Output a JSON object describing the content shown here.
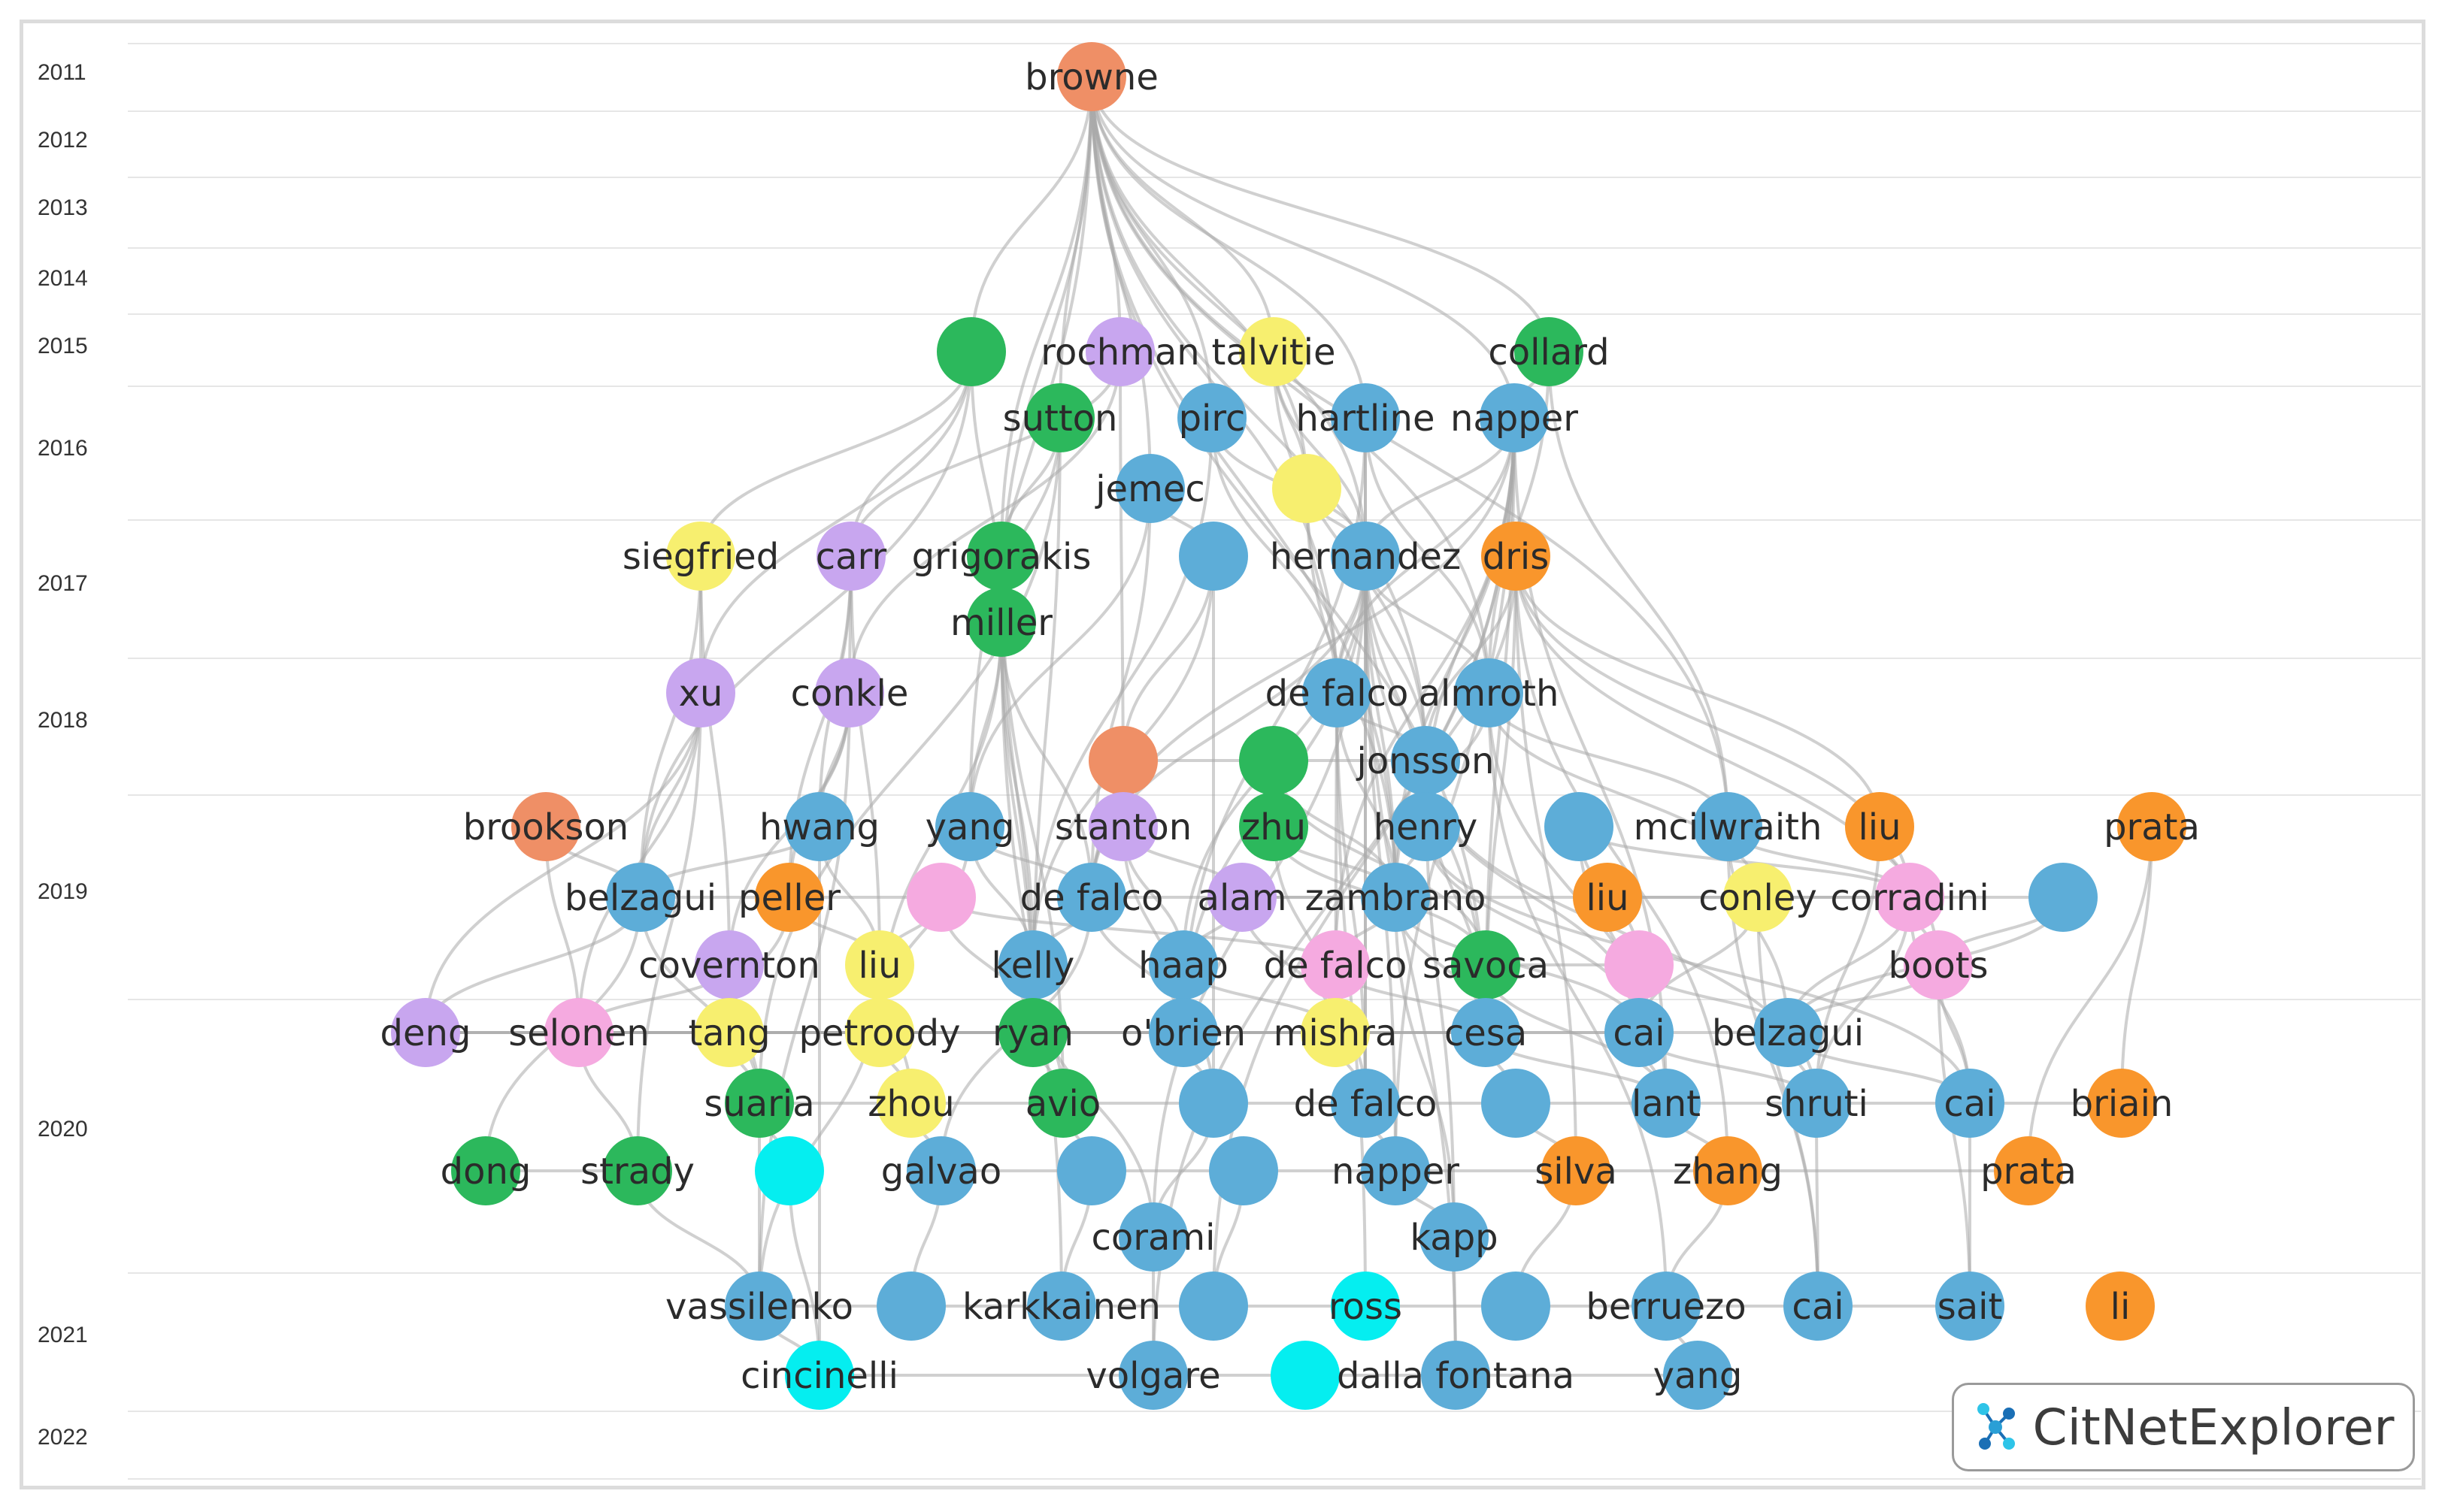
{
  "years": [
    "2011",
    "2012",
    "2013",
    "2014",
    "2015",
    "2016",
    "2017",
    "2018",
    "2019",
    "2020",
    "2021",
    "2022"
  ],
  "brand": {
    "name": "CitNetExplorer",
    "icon": "network-logo-icon"
  },
  "colors": {
    "blue": "#5dadd8",
    "green": "#2cb85c",
    "purple": "#c8a6ef",
    "yellow": "#f7ef6f",
    "orange": "#f9962c",
    "salmon": "#ef8f66",
    "pink": "#f5aae0",
    "cyan": "#05eef0",
    "edge": "#a9a9a9"
  },
  "nodes": [
    {
      "id": "n1",
      "label": "browne",
      "color": "salmon"
    },
    {
      "id": "n2",
      "label": "",
      "color": "green"
    },
    {
      "id": "n3",
      "label": "rochman",
      "color": "purple"
    },
    {
      "id": "n4",
      "label": "talvitie",
      "color": "yellow"
    },
    {
      "id": "n5",
      "label": "collard",
      "color": "green"
    },
    {
      "id": "n6",
      "label": "sutton",
      "color": "green"
    },
    {
      "id": "n7",
      "label": "pirc",
      "color": "blue"
    },
    {
      "id": "n8",
      "label": "hartline",
      "color": "blue"
    },
    {
      "id": "n9",
      "label": "napper",
      "color": "blue"
    },
    {
      "id": "n10",
      "label": "jemec",
      "color": "blue"
    },
    {
      "id": "n11",
      "label": "",
      "color": "yellow"
    },
    {
      "id": "n12",
      "label": "siegfried",
      "color": "yellow"
    },
    {
      "id": "n13",
      "label": "carr",
      "color": "purple"
    },
    {
      "id": "n14",
      "label": "grigorakis",
      "color": "green"
    },
    {
      "id": "n15",
      "label": "",
      "color": "blue"
    },
    {
      "id": "n16",
      "label": "hernandez",
      "color": "blue"
    },
    {
      "id": "n17",
      "label": "dris",
      "color": "orange"
    },
    {
      "id": "n18",
      "label": "miller",
      "color": "green"
    },
    {
      "id": "n19",
      "label": "xu",
      "color": "purple"
    },
    {
      "id": "n20",
      "label": "conkle",
      "color": "purple"
    },
    {
      "id": "n21",
      "label": "de falco",
      "color": "blue"
    },
    {
      "id": "n22",
      "label": "almroth",
      "color": "blue"
    },
    {
      "id": "n23",
      "label": "",
      "color": "salmon"
    },
    {
      "id": "n24",
      "label": "",
      "color": "green"
    },
    {
      "id": "n25",
      "label": "jonsson",
      "color": "blue"
    },
    {
      "id": "n26",
      "label": "brookson",
      "color": "salmon"
    },
    {
      "id": "n27",
      "label": "hwang",
      "color": "blue"
    },
    {
      "id": "n28",
      "label": "yang",
      "color": "blue"
    },
    {
      "id": "n29",
      "label": "stanton",
      "color": "purple"
    },
    {
      "id": "n30",
      "label": "zhu",
      "color": "green"
    },
    {
      "id": "n31",
      "label": "henry",
      "color": "blue"
    },
    {
      "id": "n32",
      "label": "",
      "color": "blue"
    },
    {
      "id": "n33",
      "label": "mcilwraith",
      "color": "blue"
    },
    {
      "id": "n34",
      "label": "liu",
      "color": "orange"
    },
    {
      "id": "n35",
      "label": "prata",
      "color": "orange"
    },
    {
      "id": "n36",
      "label": "belzagui",
      "color": "blue"
    },
    {
      "id": "n37",
      "label": "peller",
      "color": "orange"
    },
    {
      "id": "n38",
      "label": "",
      "color": "pink"
    },
    {
      "id": "n39",
      "label": "de falco",
      "color": "blue"
    },
    {
      "id": "n40",
      "label": "alam",
      "color": "purple"
    },
    {
      "id": "n41",
      "label": "zambrano",
      "color": "blue"
    },
    {
      "id": "n42",
      "label": "liu",
      "color": "orange"
    },
    {
      "id": "n43",
      "label": "conley",
      "color": "yellow"
    },
    {
      "id": "n44",
      "label": "corradini",
      "color": "pink"
    },
    {
      "id": "n45",
      "label": "",
      "color": "blue"
    },
    {
      "id": "n46",
      "label": "covernton",
      "color": "purple"
    },
    {
      "id": "n47",
      "label": "liu",
      "color": "yellow"
    },
    {
      "id": "n48",
      "label": "kelly",
      "color": "blue"
    },
    {
      "id": "n49",
      "label": "haap",
      "color": "blue"
    },
    {
      "id": "n50",
      "label": "de falco",
      "color": "pink"
    },
    {
      "id": "n51",
      "label": "savoca",
      "color": "green"
    },
    {
      "id": "n52",
      "label": "",
      "color": "pink"
    },
    {
      "id": "n53",
      "label": "boots",
      "color": "pink"
    },
    {
      "id": "n54",
      "label": "deng",
      "color": "purple"
    },
    {
      "id": "n55",
      "label": "selonen",
      "color": "pink"
    },
    {
      "id": "n56",
      "label": "tang",
      "color": "yellow"
    },
    {
      "id": "n57",
      "label": "petroody",
      "color": "yellow"
    },
    {
      "id": "n58",
      "label": "ryan",
      "color": "green"
    },
    {
      "id": "n59",
      "label": "o'brien",
      "color": "blue"
    },
    {
      "id": "n60",
      "label": "mishra",
      "color": "yellow"
    },
    {
      "id": "n61",
      "label": "cesa",
      "color": "blue"
    },
    {
      "id": "n62",
      "label": "cai",
      "color": "blue"
    },
    {
      "id": "n63",
      "label": "belzagui",
      "color": "blue"
    },
    {
      "id": "n64",
      "label": "suaria",
      "color": "green"
    },
    {
      "id": "n65",
      "label": "zhou",
      "color": "yellow"
    },
    {
      "id": "n66",
      "label": "avio",
      "color": "green"
    },
    {
      "id": "n67",
      "label": "",
      "color": "blue"
    },
    {
      "id": "n68",
      "label": "de falco",
      "color": "blue"
    },
    {
      "id": "n69",
      "label": "",
      "color": "blue"
    },
    {
      "id": "n70",
      "label": "lant",
      "color": "blue"
    },
    {
      "id": "n71",
      "label": "shruti",
      "color": "blue"
    },
    {
      "id": "n72",
      "label": "cai",
      "color": "blue"
    },
    {
      "id": "n73",
      "label": "briain",
      "color": "orange"
    },
    {
      "id": "n74",
      "label": "dong",
      "color": "green"
    },
    {
      "id": "n75",
      "label": "strady",
      "color": "green"
    },
    {
      "id": "n76",
      "label": "",
      "color": "cyan"
    },
    {
      "id": "n77",
      "label": "galvao",
      "color": "blue"
    },
    {
      "id": "n78",
      "label": "",
      "color": "blue"
    },
    {
      "id": "n79",
      "label": "",
      "color": "blue"
    },
    {
      "id": "n80",
      "label": "napper",
      "color": "blue"
    },
    {
      "id": "n81",
      "label": "silva",
      "color": "orange"
    },
    {
      "id": "n82",
      "label": "zhang",
      "color": "orange"
    },
    {
      "id": "n83",
      "label": "prata",
      "color": "orange"
    },
    {
      "id": "n84",
      "label": "corami",
      "color": "blue"
    },
    {
      "id": "n85",
      "label": "kapp",
      "color": "blue"
    },
    {
      "id": "n86",
      "label": "vassilenko",
      "color": "blue"
    },
    {
      "id": "n87",
      "label": "",
      "color": "blue"
    },
    {
      "id": "n88",
      "label": "karkkainen",
      "color": "blue"
    },
    {
      "id": "n89",
      "label": "",
      "color": "blue"
    },
    {
      "id": "n90",
      "label": "ross",
      "color": "cyan"
    },
    {
      "id": "n91",
      "label": "",
      "color": "blue"
    },
    {
      "id": "n92",
      "label": "berruezo",
      "color": "blue"
    },
    {
      "id": "n93",
      "label": "cai",
      "color": "blue"
    },
    {
      "id": "n94",
      "label": "sait",
      "color": "blue"
    },
    {
      "id": "n95",
      "label": "li",
      "color": "orange"
    },
    {
      "id": "n96",
      "label": "cincinelli",
      "color": "cyan"
    },
    {
      "id": "n97",
      "label": "volgare",
      "color": "blue"
    },
    {
      "id": "n98",
      "label": "",
      "color": "cyan"
    },
    {
      "id": "n99",
      "label": "dalla fontana",
      "color": "blue"
    },
    {
      "id": "n100",
      "label": "yang",
      "color": "blue"
    }
  ],
  "edges": [
    [
      "n1",
      "n2"
    ],
    [
      "n1",
      "n3"
    ],
    [
      "n1",
      "n4"
    ],
    [
      "n1",
      "n5"
    ],
    [
      "n1",
      "n6"
    ],
    [
      "n1",
      "n7"
    ],
    [
      "n1",
      "n8"
    ],
    [
      "n1",
      "n9"
    ],
    [
      "n1",
      "n10"
    ],
    [
      "n1",
      "n11"
    ],
    [
      "n1",
      "n16"
    ],
    [
      "n1",
      "n14"
    ],
    [
      "n1",
      "n18"
    ],
    [
      "n1",
      "n21"
    ],
    [
      "n1",
      "n22"
    ],
    [
      "n1",
      "n25"
    ],
    [
      "n1",
      "n28"
    ],
    [
      "n1",
      "n33"
    ],
    [
      "n1",
      "n41"
    ],
    [
      "n1",
      "n61"
    ],
    [
      "n2",
      "n12"
    ],
    [
      "n2",
      "n13"
    ],
    [
      "n2",
      "n36"
    ],
    [
      "n2",
      "n18"
    ],
    [
      "n2",
      "n19"
    ],
    [
      "n3",
      "n13"
    ],
    [
      "n3",
      "n20"
    ],
    [
      "n3",
      "n29"
    ],
    [
      "n4",
      "n11"
    ],
    [
      "n4",
      "n16"
    ],
    [
      "n4",
      "n25"
    ],
    [
      "n5",
      "n9"
    ],
    [
      "n5",
      "n22"
    ],
    [
      "n5",
      "n33"
    ],
    [
      "n6",
      "n14"
    ],
    [
      "n6",
      "n18"
    ],
    [
      "n6",
      "n58"
    ],
    [
      "n6",
      "n64"
    ],
    [
      "n7",
      "n16"
    ],
    [
      "n7",
      "n21"
    ],
    [
      "n7",
      "n48"
    ],
    [
      "n8",
      "n16"
    ],
    [
      "n8",
      "n22"
    ],
    [
      "n8",
      "n59"
    ],
    [
      "n8",
      "n68"
    ],
    [
      "n9",
      "n16"
    ],
    [
      "n9",
      "n21"
    ],
    [
      "n9",
      "n31"
    ],
    [
      "n9",
      "n39"
    ],
    [
      "n9",
      "n41"
    ],
    [
      "n9",
      "n50"
    ],
    [
      "n9",
      "n61"
    ],
    [
      "n9",
      "n70"
    ],
    [
      "n9",
      "n80"
    ],
    [
      "n9",
      "n89"
    ],
    [
      "n9",
      "n97"
    ],
    [
      "n10",
      "n15"
    ],
    [
      "n10",
      "n28"
    ],
    [
      "n10",
      "n39"
    ],
    [
      "n11",
      "n16"
    ],
    [
      "n11",
      "n21"
    ],
    [
      "n11",
      "n41"
    ],
    [
      "n12",
      "n19"
    ],
    [
      "n12",
      "n36"
    ],
    [
      "n12",
      "n46"
    ],
    [
      "n13",
      "n20"
    ],
    [
      "n13",
      "n27"
    ],
    [
      "n13",
      "n37"
    ],
    [
      "n13",
      "n47"
    ],
    [
      "n14",
      "n18"
    ],
    [
      "n14",
      "n58"
    ],
    [
      "n14",
      "n66"
    ],
    [
      "n15",
      "n23"
    ],
    [
      "n15",
      "n67"
    ],
    [
      "n15",
      "n48"
    ],
    [
      "n16",
      "n21"
    ],
    [
      "n16",
      "n22"
    ],
    [
      "n16",
      "n25"
    ],
    [
      "n16",
      "n31"
    ],
    [
      "n16",
      "n39"
    ],
    [
      "n16",
      "n41"
    ],
    [
      "n16",
      "n49"
    ],
    [
      "n16",
      "n59"
    ],
    [
      "n16",
      "n61"
    ],
    [
      "n16",
      "n68"
    ],
    [
      "n16",
      "n80"
    ],
    [
      "n16",
      "n84"
    ],
    [
      "n16",
      "n99"
    ],
    [
      "n17",
      "n25"
    ],
    [
      "n17",
      "n41"
    ],
    [
      "n17",
      "n61"
    ],
    [
      "n17",
      "n81"
    ],
    [
      "n17",
      "n82"
    ],
    [
      "n17",
      "n34"
    ],
    [
      "n17",
      "n44"
    ],
    [
      "n17",
      "n53"
    ],
    [
      "n18",
      "n28"
    ],
    [
      "n18",
      "n39"
    ],
    [
      "n18",
      "n48"
    ],
    [
      "n18",
      "n57"
    ],
    [
      "n18",
      "n58"
    ],
    [
      "n18",
      "n88"
    ],
    [
      "n19",
      "n36"
    ],
    [
      "n19",
      "n54"
    ],
    [
      "n19",
      "n55"
    ],
    [
      "n19",
      "n75"
    ],
    [
      "n20",
      "n27"
    ],
    [
      "n20",
      "n37"
    ],
    [
      "n20",
      "n46"
    ],
    [
      "n20",
      "n86"
    ],
    [
      "n21",
      "n25"
    ],
    [
      "n21",
      "n41"
    ],
    [
      "n21",
      "n60"
    ],
    [
      "n21",
      "n68"
    ],
    [
      "n21",
      "n90"
    ],
    [
      "n22",
      "n31"
    ],
    [
      "n22",
      "n33"
    ],
    [
      "n22",
      "n43"
    ],
    [
      "n22",
      "n70"
    ],
    [
      "n22",
      "n92"
    ],
    [
      "n23",
      "n24"
    ],
    [
      "n23",
      "n39"
    ],
    [
      "n24",
      "n25"
    ],
    [
      "n24",
      "n41"
    ],
    [
      "n24",
      "n51"
    ],
    [
      "n25",
      "n31"
    ],
    [
      "n25",
      "n61"
    ],
    [
      "n25",
      "n62"
    ],
    [
      "n25",
      "n71"
    ],
    [
      "n25",
      "n85"
    ],
    [
      "n26",
      "n36"
    ],
    [
      "n26",
      "n55"
    ],
    [
      "n27",
      "n36"
    ],
    [
      "n27",
      "n47"
    ],
    [
      "n27",
      "n96"
    ],
    [
      "n28",
      "n39"
    ],
    [
      "n28",
      "n48"
    ],
    [
      "n28",
      "n57"
    ],
    [
      "n29",
      "n40"
    ],
    [
      "n29",
      "n49"
    ],
    [
      "n29",
      "n59"
    ],
    [
      "n30",
      "n41"
    ],
    [
      "n30",
      "n51"
    ],
    [
      "n30",
      "n60"
    ],
    [
      "n31",
      "n41"
    ],
    [
      "n31",
      "n62"
    ],
    [
      "n31",
      "n72"
    ],
    [
      "n32",
      "n44"
    ],
    [
      "n32",
      "n52"
    ],
    [
      "n32",
      "n62"
    ],
    [
      "n33",
      "n44"
    ],
    [
      "n33",
      "n63"
    ],
    [
      "n33",
      "n93"
    ],
    [
      "n34",
      "n44"
    ],
    [
      "n34",
      "n71"
    ],
    [
      "n35",
      "n73"
    ],
    [
      "n35",
      "n83"
    ],
    [
      "n36",
      "n54"
    ],
    [
      "n36",
      "n64"
    ],
    [
      "n36",
      "n74"
    ],
    [
      "n36",
      "n37"
    ],
    [
      "n37",
      "n47"
    ],
    [
      "n37",
      "n56"
    ],
    [
      "n37",
      "n38"
    ],
    [
      "n38",
      "n47"
    ],
    [
      "n38",
      "n58"
    ],
    [
      "n38",
      "n50"
    ],
    [
      "n39",
      "n48"
    ],
    [
      "n39",
      "n59"
    ],
    [
      "n39",
      "n41"
    ],
    [
      "n39",
      "n77"
    ],
    [
      "n40",
      "n49"
    ],
    [
      "n40",
      "n41"
    ],
    [
      "n40",
      "n60"
    ],
    [
      "n41",
      "n50"
    ],
    [
      "n41",
      "n61"
    ],
    [
      "n41",
      "n62"
    ],
    [
      "n41",
      "n42"
    ],
    [
      "n41",
      "n85"
    ],
    [
      "n42",
      "n43"
    ],
    [
      "n42",
      "n44"
    ],
    [
      "n43",
      "n44"
    ],
    [
      "n43",
      "n62"
    ],
    [
      "n43",
      "n93"
    ],
    [
      "n44",
      "n53"
    ],
    [
      "n44",
      "n63"
    ],
    [
      "n44",
      "n71"
    ],
    [
      "n44",
      "n72"
    ],
    [
      "n44",
      "n45"
    ],
    [
      "n45",
      "n53"
    ],
    [
      "n45",
      "n63"
    ],
    [
      "n46",
      "n55"
    ],
    [
      "n46",
      "n56"
    ],
    [
      "n46",
      "n64"
    ],
    [
      "n47",
      "n57"
    ],
    [
      "n47",
      "n65"
    ],
    [
      "n47",
      "n86"
    ],
    [
      "n48",
      "n58"
    ],
    [
      "n48",
      "n66"
    ],
    [
      "n48",
      "n84"
    ],
    [
      "n49",
      "n59"
    ],
    [
      "n49",
      "n60"
    ],
    [
      "n49",
      "n67"
    ],
    [
      "n50",
      "n60"
    ],
    [
      "n50",
      "n61"
    ],
    [
      "n50",
      "n68"
    ],
    [
      "n51",
      "n61"
    ],
    [
      "n51",
      "n52"
    ],
    [
      "n51",
      "n70"
    ],
    [
      "n52",
      "n62"
    ],
    [
      "n52",
      "n63"
    ],
    [
      "n53",
      "n63"
    ],
    [
      "n53",
      "n72"
    ],
    [
      "n53",
      "n94"
    ],
    [
      "n54",
      "n55"
    ],
    [
      "n54",
      "n62"
    ],
    [
      "n54",
      "n56"
    ],
    [
      "n55",
      "n56"
    ],
    [
      "n55",
      "n75"
    ],
    [
      "n55",
      "n57"
    ],
    [
      "n56",
      "n57"
    ],
    [
      "n56",
      "n64"
    ],
    [
      "n56",
      "n58"
    ],
    [
      "n57",
      "n58"
    ],
    [
      "n57",
      "n65"
    ],
    [
      "n57",
      "n59"
    ],
    [
      "n58",
      "n59"
    ],
    [
      "n58",
      "n66"
    ],
    [
      "n58",
      "n60"
    ],
    [
      "n59",
      "n60"
    ],
    [
      "n59",
      "n67"
    ],
    [
      "n59",
      "n61"
    ],
    [
      "n60",
      "n61"
    ],
    [
      "n60",
      "n68"
    ],
    [
      "n61",
      "n62"
    ],
    [
      "n61",
      "n69"
    ],
    [
      "n61",
      "n70"
    ],
    [
      "n62",
      "n63"
    ],
    [
      "n62",
      "n70"
    ],
    [
      "n62",
      "n71"
    ],
    [
      "n63",
      "n71"
    ],
    [
      "n63",
      "n72"
    ],
    [
      "n64",
      "n65"
    ],
    [
      "n64",
      "n76"
    ],
    [
      "n64",
      "n86"
    ],
    [
      "n65",
      "n66"
    ],
    [
      "n65",
      "n77"
    ],
    [
      "n66",
      "n67"
    ],
    [
      "n66",
      "n78"
    ],
    [
      "n67",
      "n68"
    ],
    [
      "n67",
      "n84"
    ],
    [
      "n68",
      "n69"
    ],
    [
      "n68",
      "n80"
    ],
    [
      "n69",
      "n70"
    ],
    [
      "n69",
      "n81"
    ],
    [
      "n70",
      "n71"
    ],
    [
      "n70",
      "n82"
    ],
    [
      "n71",
      "n72"
    ],
    [
      "n71",
      "n93"
    ],
    [
      "n72",
      "n73"
    ],
    [
      "n72",
      "n94"
    ],
    [
      "n74",
      "n75"
    ],
    [
      "n75",
      "n86"
    ],
    [
      "n76",
      "n96"
    ],
    [
      "n77",
      "n78"
    ],
    [
      "n77",
      "n87"
    ],
    [
      "n78",
      "n79"
    ],
    [
      "n78",
      "n88"
    ],
    [
      "n79",
      "n80"
    ],
    [
      "n79",
      "n89"
    ],
    [
      "n80",
      "n81"
    ],
    [
      "n80",
      "n85"
    ],
    [
      "n81",
      "n82"
    ],
    [
      "n81",
      "n91"
    ],
    [
      "n82",
      "n92"
    ],
    [
      "n82",
      "n83"
    ],
    [
      "n84",
      "n97"
    ],
    [
      "n85",
      "n99"
    ],
    [
      "n86",
      "n87"
    ],
    [
      "n86",
      "n96"
    ],
    [
      "n87",
      "n88"
    ],
    [
      "n88",
      "n89"
    ],
    [
      "n89",
      "n90"
    ],
    [
      "n90",
      "n91"
    ],
    [
      "n91",
      "n92"
    ],
    [
      "n92",
      "n93"
    ],
    [
      "n93",
      "n94"
    ],
    [
      "n96",
      "n97"
    ],
    [
      "n97",
      "n98"
    ],
    [
      "n98",
      "n99"
    ],
    [
      "n99",
      "n100"
    ],
    [
      "n92",
      "n100"
    ]
  ]
}
